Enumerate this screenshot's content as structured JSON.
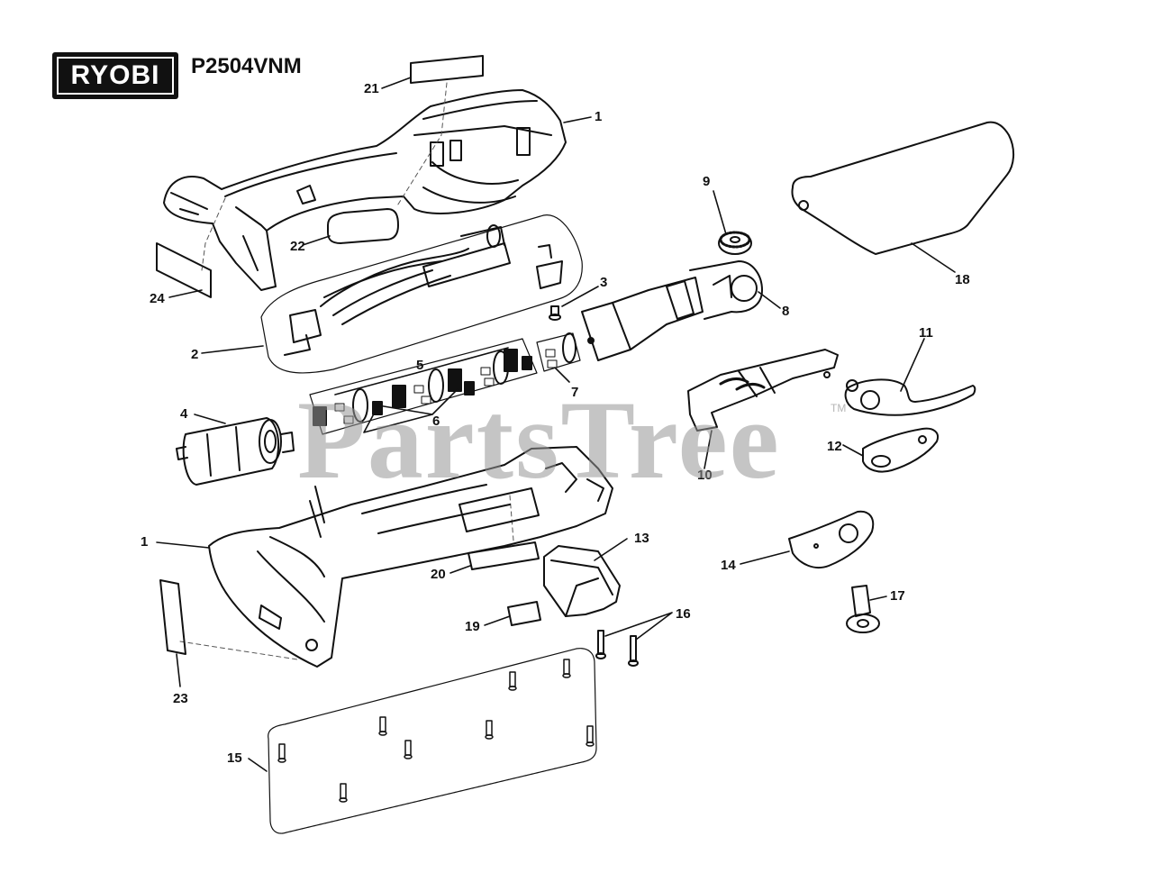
{
  "header": {
    "brand": "RYOBI",
    "model": "P2504VNM"
  },
  "watermark": {
    "text": "PartsTree",
    "tm": "TM"
  },
  "callouts": [
    "1",
    "1",
    "2",
    "3",
    "4",
    "5",
    "6",
    "7",
    "8",
    "9",
    "10",
    "11",
    "12",
    "13",
    "14",
    "15",
    "16",
    "17",
    "18",
    "19",
    "20",
    "21",
    "22",
    "23",
    "24"
  ]
}
